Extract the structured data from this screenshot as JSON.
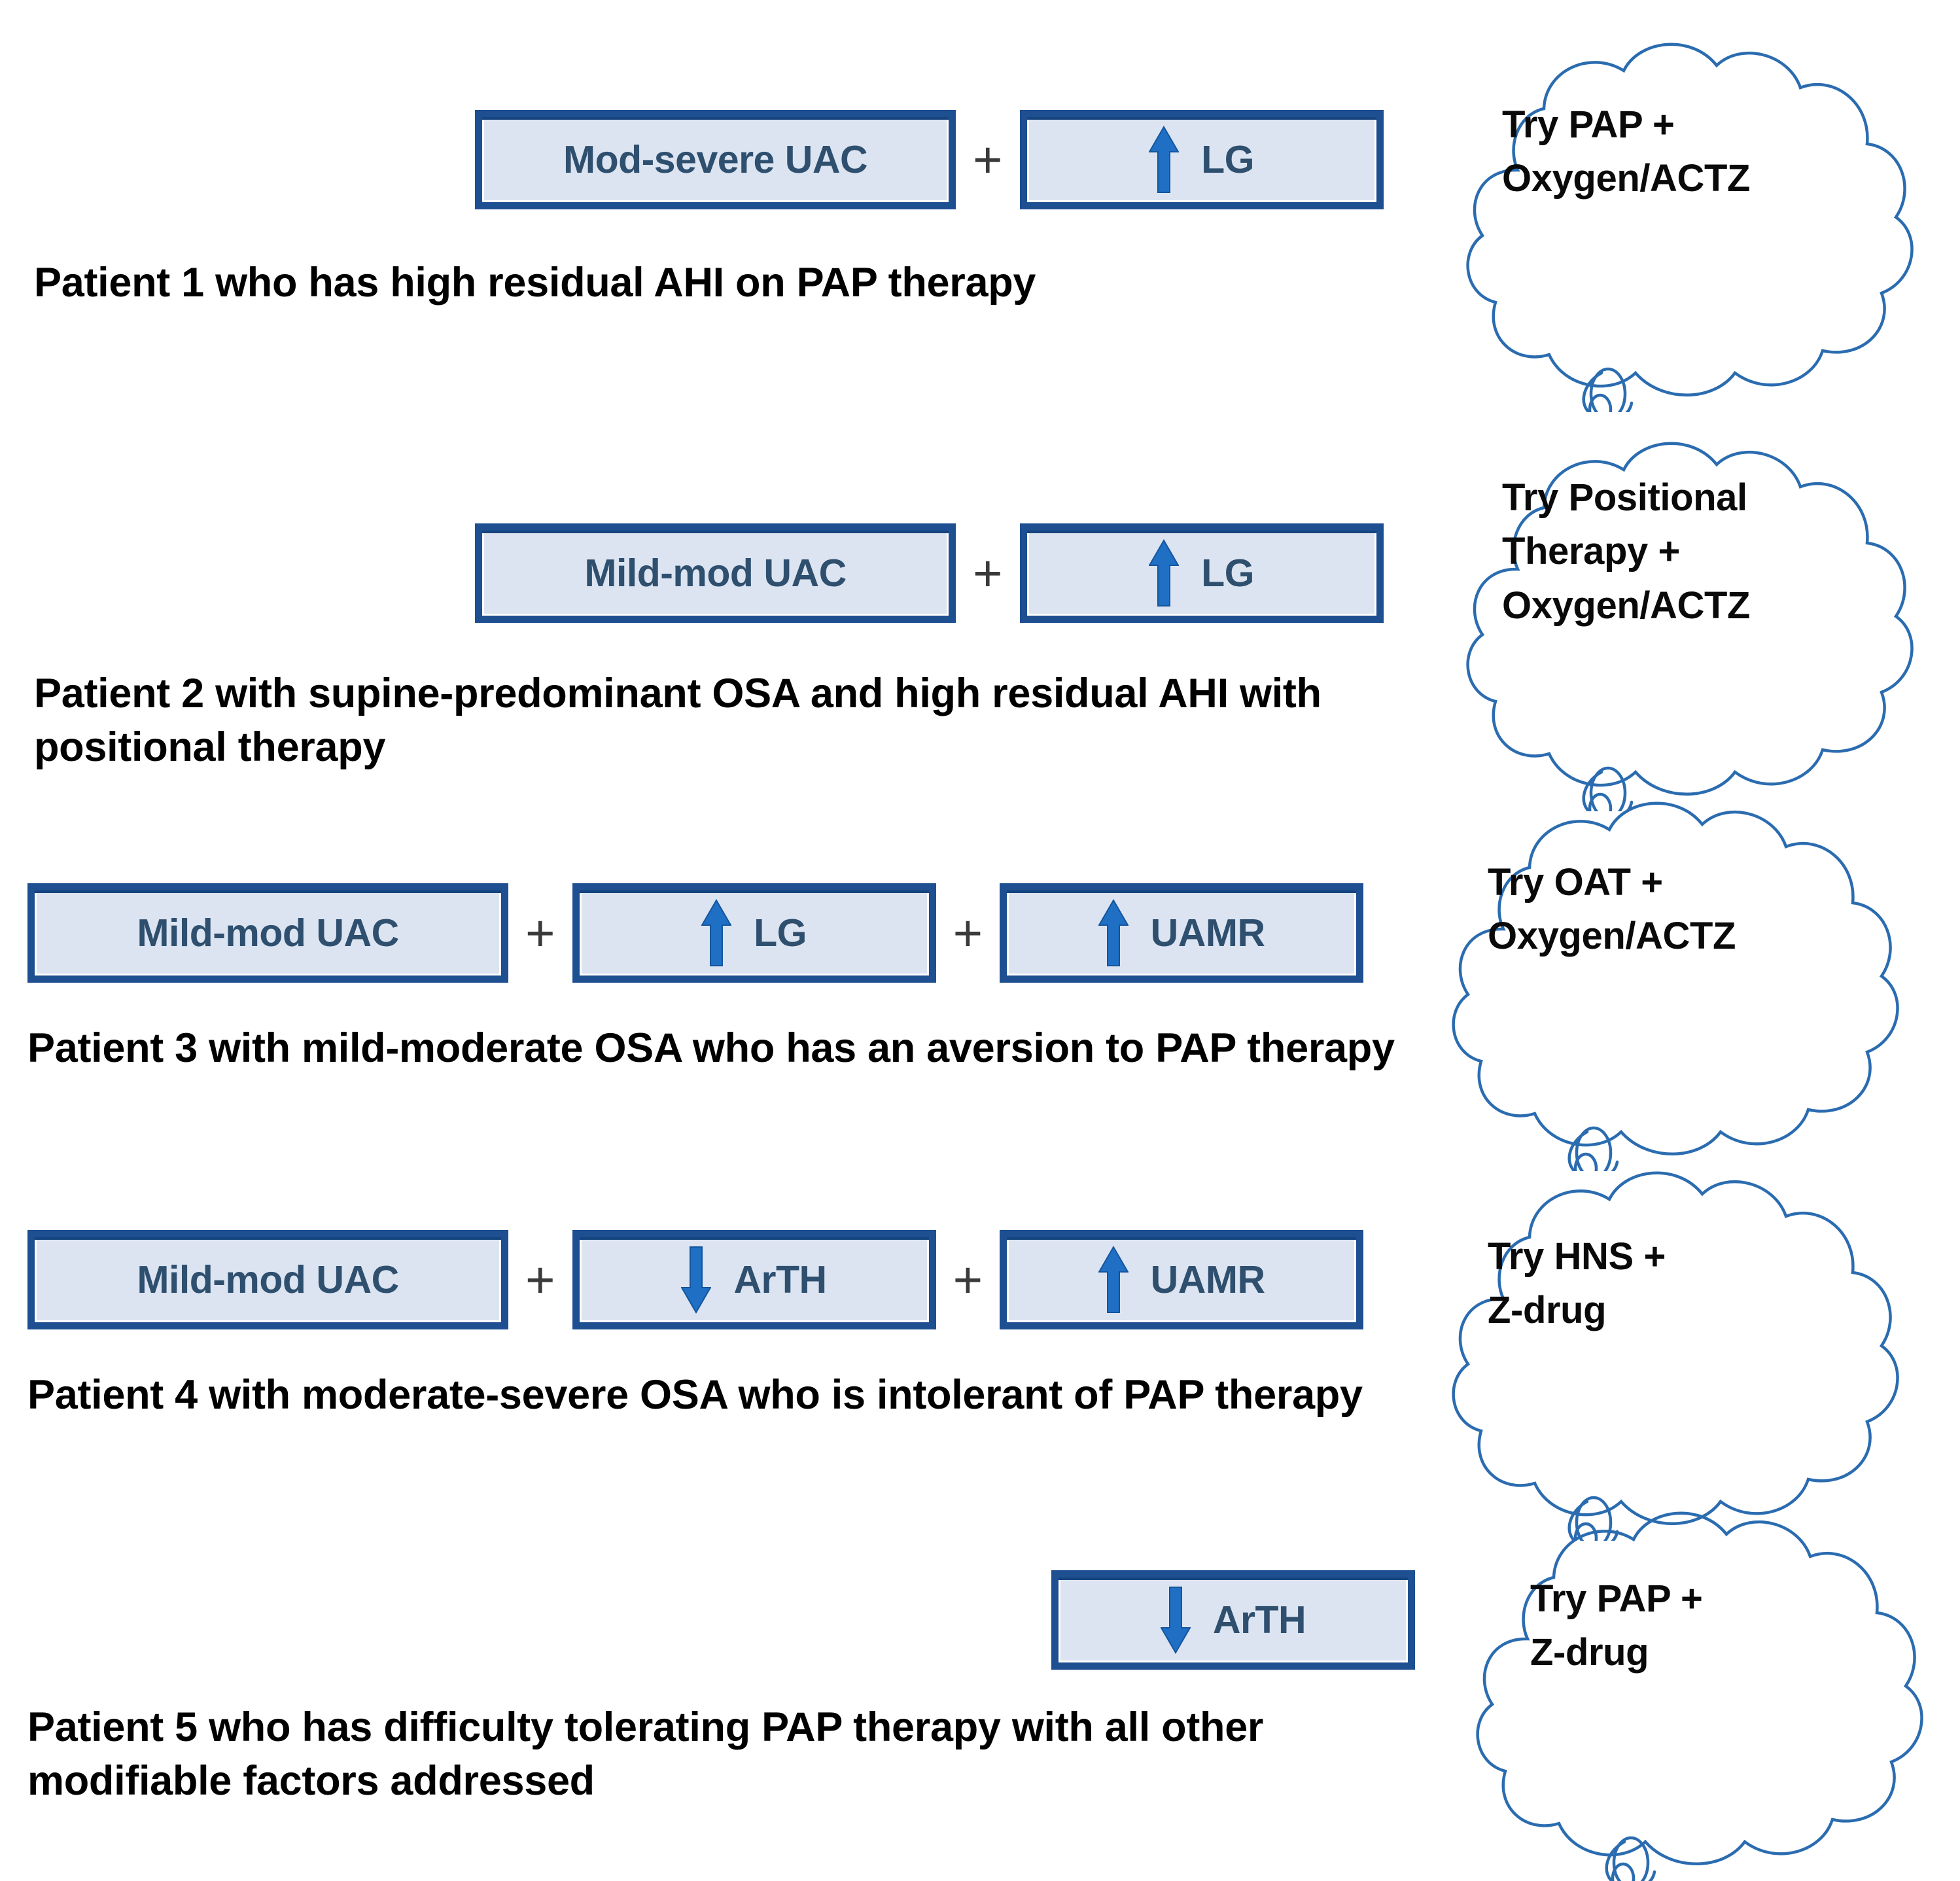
{
  "figure": {
    "type": "clinical-decision-diagram",
    "title": "",
    "accent_color": "#1D4F91",
    "box_fill_color": "#DCE4F1",
    "box_text_color": "#2F4F6F",
    "bubble_stroke_color": "#2B6CB0",
    "caption_color": "#000000",
    "plus_symbol": "+"
  },
  "rows": [
    {
      "id": "patient-1",
      "factors": [
        {
          "label": "Mod-severe UAC",
          "arrow": "none",
          "icon": ""
        },
        {
          "label": "LG",
          "arrow": "up",
          "icon": "arrow-up-icon"
        }
      ],
      "caption": "Patient 1 who has high residual AHI on PAP therapy",
      "bubble": {
        "lines": [
          "Try PAP +",
          "Oxygen/ACTZ"
        ],
        "name": "thought-bubble-1"
      }
    },
    {
      "id": "patient-2",
      "factors": [
        {
          "label": "Mild-mod UAC",
          "arrow": "none",
          "icon": ""
        },
        {
          "label": "LG",
          "arrow": "up",
          "icon": "arrow-up-icon"
        }
      ],
      "caption": "Patient 2 with supine-predominant OSA and high residual AHI with positional therapy",
      "bubble": {
        "lines": [
          "Try Positional",
          "Therapy +",
          "Oxygen/ACTZ"
        ],
        "name": "thought-bubble-2"
      }
    },
    {
      "id": "patient-3",
      "factors": [
        {
          "label": "Mild-mod UAC",
          "arrow": "none",
          "icon": ""
        },
        {
          "label": "LG",
          "arrow": "up",
          "icon": "arrow-up-icon"
        },
        {
          "label": "UAMR",
          "arrow": "up",
          "icon": "arrow-up-icon"
        }
      ],
      "caption": "Patient 3 with mild-moderate OSA who has an aversion to PAP therapy",
      "bubble": {
        "lines": [
          "Try OAT +",
          "Oxygen/ACTZ"
        ],
        "name": "thought-bubble-3"
      }
    },
    {
      "id": "patient-4",
      "factors": [
        {
          "label": "Mild-mod UAC",
          "arrow": "none",
          "icon": ""
        },
        {
          "label": "ArTH",
          "arrow": "down",
          "icon": "arrow-down-icon"
        },
        {
          "label": "UAMR",
          "arrow": "up",
          "icon": "arrow-up-icon"
        }
      ],
      "caption": "Patient 4 with moderate-severe OSA who is intolerant of PAP therapy",
      "bubble": {
        "lines": [
          "Try HNS +",
          "Z-drug"
        ],
        "name": "thought-bubble-4"
      }
    },
    {
      "id": "patient-5",
      "factors": [
        {
          "label": "ArTH",
          "arrow": "down",
          "icon": "arrow-down-icon"
        }
      ],
      "caption": "Patient 5 who has difficulty tolerating PAP therapy with all other modifiable factors addressed",
      "bubble": {
        "lines": [
          "Try PAP +",
          "Z-drug"
        ],
        "name": "thought-bubble-5"
      }
    }
  ]
}
